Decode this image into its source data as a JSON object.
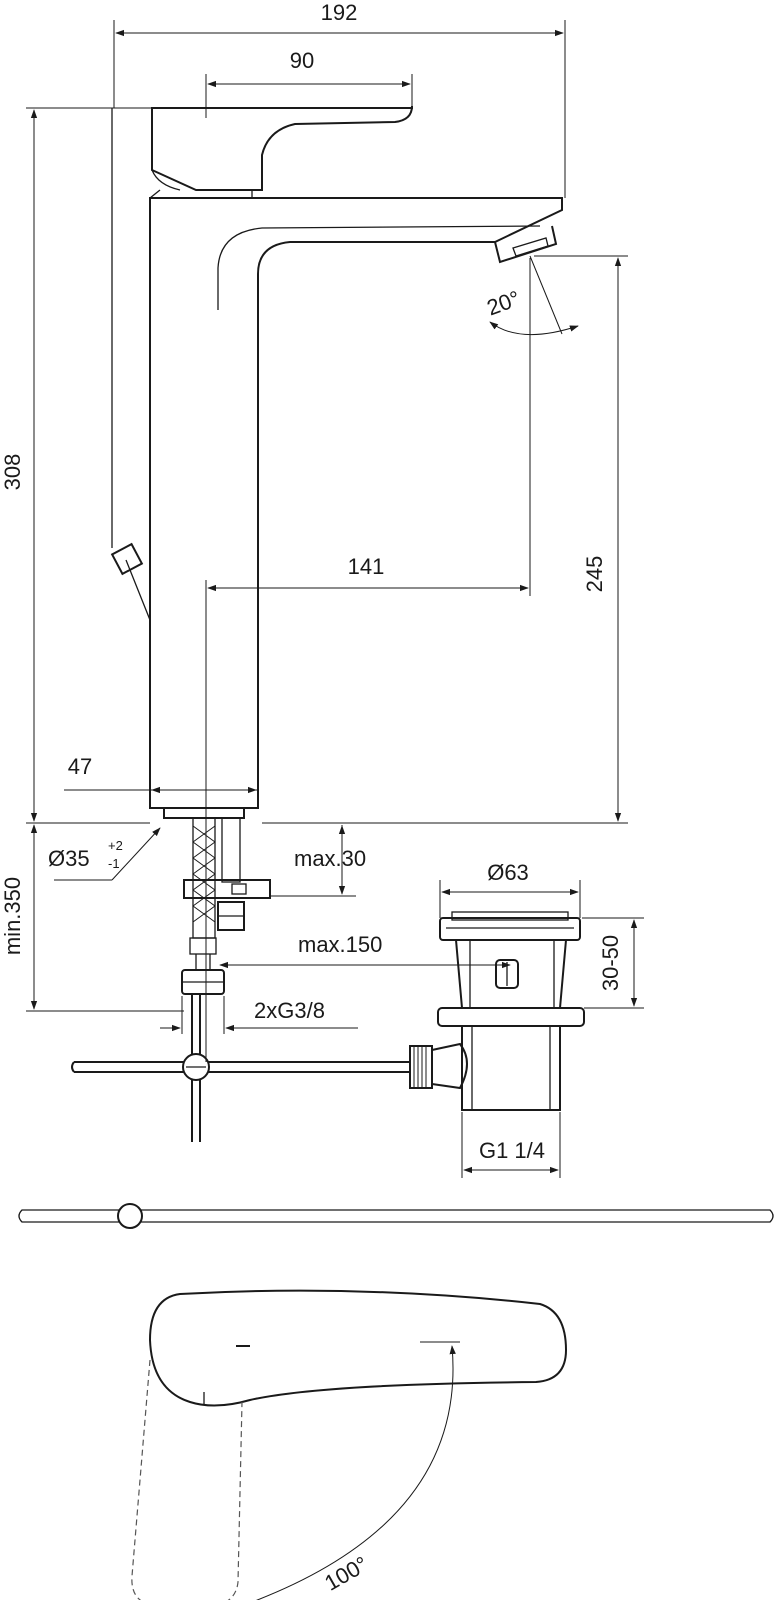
{
  "dimensions": {
    "total_depth": "192",
    "handle_depth": "90",
    "total_height": "308",
    "spout_reach": "141",
    "spout_height": "245",
    "base_width": "47",
    "hose_length": "min.350",
    "hole_diameter": "Ø35",
    "hole_tol_plus": "+2",
    "hole_tol_minus": "-1",
    "deck_thickness": "max.30",
    "rod_length": "max.150",
    "connection": "2xG3/8",
    "waste_diameter": "Ø63",
    "waste_height": "30-50",
    "waste_thread": "G1 1/4"
  },
  "angles": {
    "spout_tilt": "20°",
    "lever_rotation": "100°"
  },
  "colors": {
    "line": "#1a1a1a",
    "background": "#ffffff"
  }
}
